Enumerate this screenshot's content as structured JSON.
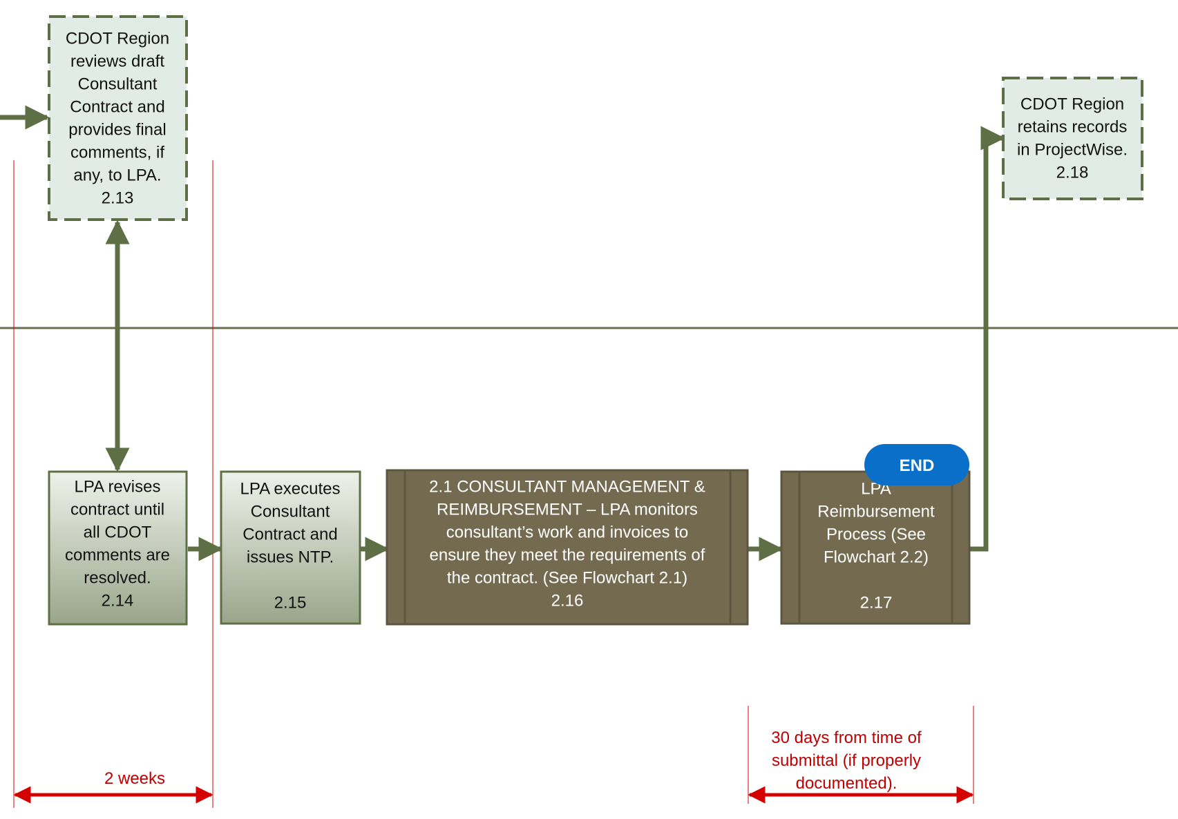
{
  "steps": {
    "s213": {
      "lines": [
        "CDOT Region",
        "reviews draft",
        "Consultant",
        "Contract and",
        "provides final",
        "comments, if",
        "any, to LPA.",
        "2.13"
      ]
    },
    "s214": {
      "lines": [
        "LPA revises",
        "contract until",
        "all CDOT",
        "comments are",
        "resolved.",
        "2.14"
      ]
    },
    "s215": {
      "lines": [
        "LPA executes",
        "Consultant",
        "Contract and",
        "issues NTP.",
        "",
        "2.15"
      ]
    },
    "s216": {
      "lines": [
        "2.1 CONSULTANT MANAGEMENT  &",
        "REIMBURSEMENT – LPA monitors",
        "consultant’s work and invoices to",
        "ensure they meet the requirements of",
        "the contract. (See Flowchart 2.1)",
        "2.16"
      ]
    },
    "s217": {
      "lines": [
        "LPA",
        "Reimbursement",
        "Process (See",
        "Flowchart 2.2)",
        "",
        "2.17"
      ]
    },
    "s218": {
      "lines": [
        "CDOT Region",
        "retains records",
        "in ProjectWise.",
        "2.18"
      ]
    }
  },
  "end_label": "END",
  "timelines": {
    "t1": {
      "lines": [
        "2 weeks"
      ]
    },
    "t2": {
      "lines": [
        "30 days from time of",
        "submittal (if properly",
        "documented)."
      ]
    }
  },
  "colors": {
    "flow_green": "#5e6f45",
    "dashed_box_fill": "#e2ece6",
    "dashed_box_border": "#5e6f45",
    "gradient_top": "#eef2ea",
    "gradient_bottom": "#9aa58a",
    "subprocess_fill": "#736a50",
    "subprocess_border": "#5c5540",
    "lane_divider": "#6b6b50",
    "timeline_red": "#d40000",
    "end_blue": "#0a6fc9"
  }
}
